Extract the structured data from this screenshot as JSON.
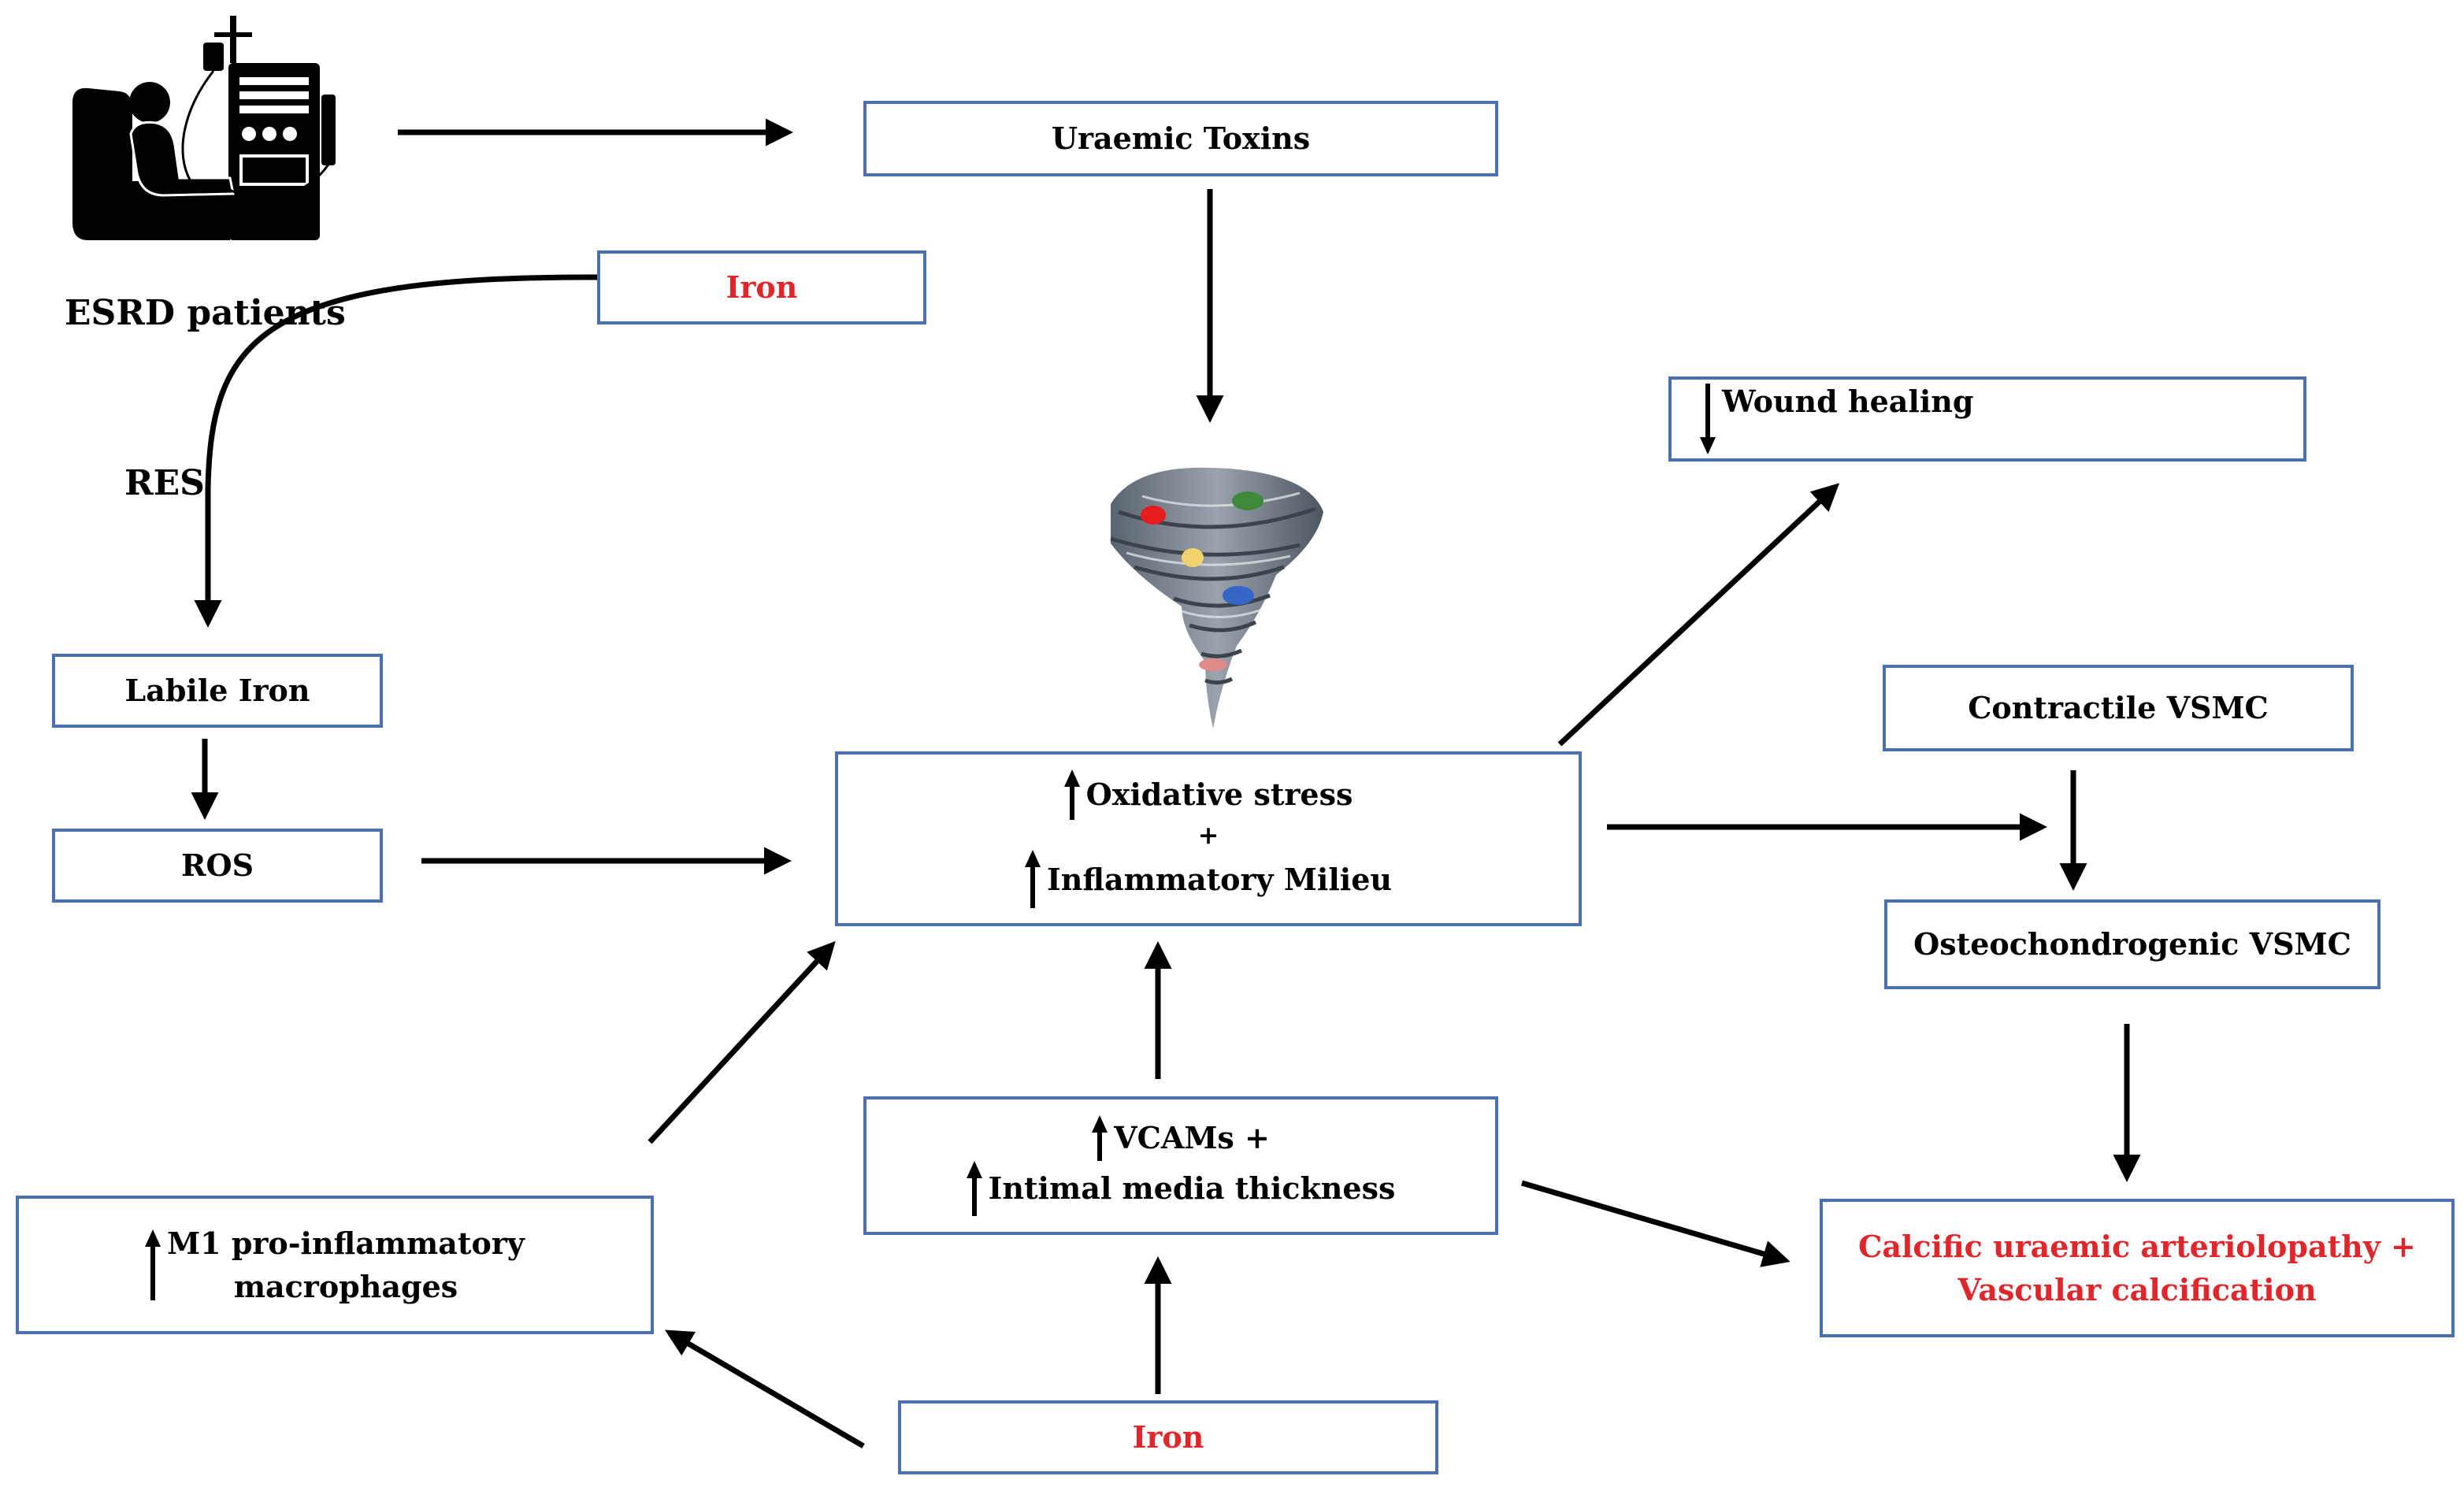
{
  "labels": {
    "esrd_patients": "ESRD patients",
    "res": "RES"
  },
  "boxes": {
    "uraemic_toxins": "Uraemic Toxins",
    "iron_top": "Iron",
    "labile_iron": "Labile Iron",
    "ros": "ROS",
    "oxidative_stress": "Oxidative stress",
    "plus": "+",
    "inflammatory_milieu": "Inflammatory Milieu",
    "wound_healing": "Wound healing",
    "contractile_vsmc": "Contractile VSMC",
    "osteochondrogenic_vsmc": "Osteochondrogenic VSMC",
    "vcams": "VCAMs +",
    "intimal_media": "Intimal media thickness",
    "m1_line1": "M1 pro-inflammatory",
    "m1_line2": "macrophages",
    "calcific_line1": "Calcific uraemic arteriolopathy +",
    "calcific_line2": "Vascular calcification",
    "iron_bottom": "Iron"
  },
  "colors": {
    "box_border": "#4a70b0",
    "highlight_text": "#e0262b",
    "arrow": "#000000"
  },
  "icons": {
    "patient": "dialysis-patient-icon",
    "tornado": "tornado-icon",
    "increase": "up-arrow-icon",
    "decrease": "down-arrow-icon"
  }
}
